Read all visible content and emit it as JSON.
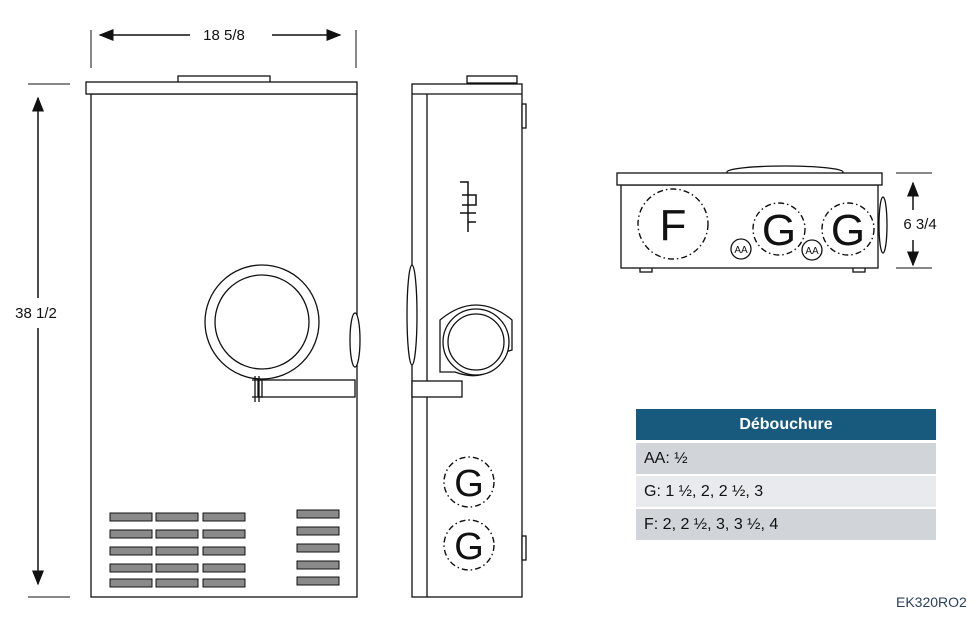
{
  "dimensions": {
    "width": "18 5/8",
    "height": "38 1/2",
    "depth": "6 3/4"
  },
  "knockout_labels": {
    "F": "F",
    "G": "G",
    "AA": "AA"
  },
  "table": {
    "header": "Débouchure",
    "rows": [
      "AA: ½",
      "G: 1 ½, 2, 2 ½, 3",
      "F: 2, 2 ½, 3, 3 ½, 4"
    ]
  },
  "part_code": "EK320RO2",
  "colors": {
    "header": "#175a7e",
    "row_dark": "#d1d4d9",
    "row_light": "#e8eaed"
  }
}
